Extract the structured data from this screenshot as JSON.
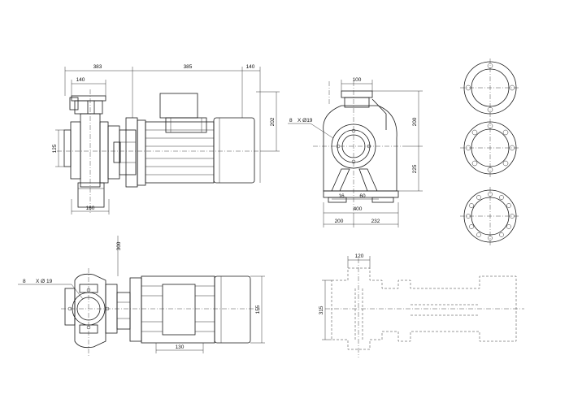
{
  "dimensions": {
    "side_total_length": "383",
    "side_motor_length": "385",
    "side_motor_end": "140",
    "side_flange_offset": "140",
    "side_shaft_height": "125",
    "side_motor_height": "202",
    "side_base_width": "160",
    "front_top_width": "100",
    "front_holes": "8",
    "front_hole_dia": "X Ø19",
    "front_height_upper": "200",
    "front_height_lower": "225",
    "front_foot_left": "16",
    "front_foot_right": "60",
    "front_base_width": "400",
    "front_base_left": "200",
    "front_base_right": "232",
    "plan_offset": "300",
    "plan_holes": "8",
    "plan_hole_dia": "X Ø 19",
    "plan_motor_width": "155",
    "plan_foot_length": "130",
    "outline_top_width": "120",
    "outline_height": "315"
  }
}
